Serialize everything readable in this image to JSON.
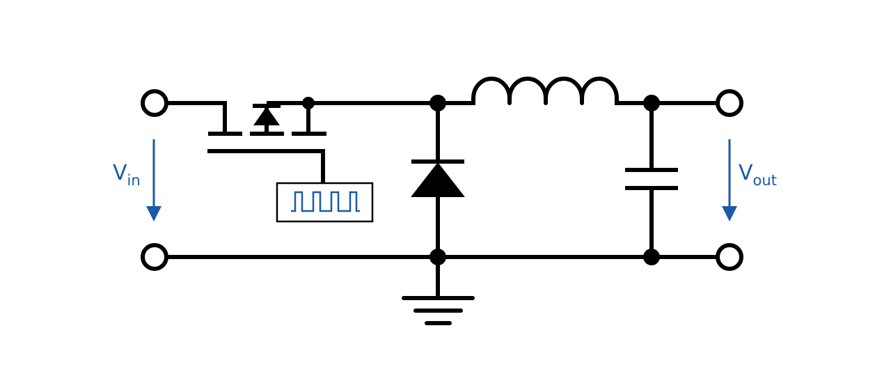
{
  "diagram": {
    "labels": {
      "vin_main": "V",
      "vin_sub": "in",
      "vout_main": "V",
      "vout_sub": "out"
    },
    "colors": {
      "wire": "#000000",
      "accent": "#1a5aa6",
      "background": "#ffffff"
    }
  }
}
